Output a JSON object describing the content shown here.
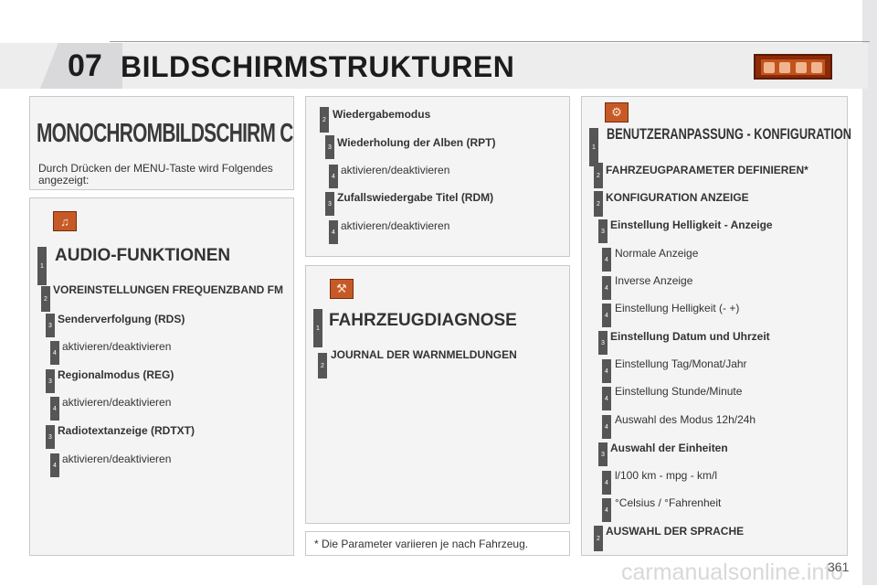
{
  "header": {
    "chapter_number": "07",
    "title": "BILDSCHIRMSTRUKTUREN",
    "strip_icon_names": [
      "seat-icon",
      "audio-icon",
      "settings-icon",
      "fuel-icon"
    ]
  },
  "left_top": {
    "title": "MONOCHROMBILDSCHIRM C",
    "intro": "Durch Drücken der MENU-Taste wird Folgendes angezeigt:"
  },
  "audio": {
    "icon_name": "audio-functions-icon",
    "title": "AUDIO-FUNKTIONEN",
    "items": [
      {
        "level": "1",
        "label": ""
      },
      {
        "level": "2",
        "label": "VOREINSTELLUNGEN FREQUENZBAND FM"
      },
      {
        "level": "3",
        "label": "Senderverfolgung (RDS)"
      },
      {
        "level": "4",
        "label": "aktivieren/deaktivieren"
      },
      {
        "level": "3",
        "label": "Regionalmodus (REG)"
      },
      {
        "level": "4",
        "label": "aktivieren/deaktivieren"
      },
      {
        "level": "3",
        "label": "Radiotextanzeige (RDTXT)"
      },
      {
        "level": "4",
        "label": "aktivieren/deaktivieren"
      }
    ]
  },
  "playback": {
    "items": [
      {
        "level": "2",
        "label": "Wiedergabemodus"
      },
      {
        "level": "3",
        "label": "Wiederholung der Alben (RPT)"
      },
      {
        "level": "4",
        "label": "aktivieren/deaktivieren"
      },
      {
        "level": "3",
        "label": "Zufallswiedergabe Titel (RDM)"
      },
      {
        "level": "4",
        "label": "aktivieren/deaktivieren"
      }
    ]
  },
  "diagnosis": {
    "icon_name": "wrench-icon",
    "title": "FAHRZEUGDIAGNOSE",
    "items": [
      {
        "level": "1",
        "label": ""
      },
      {
        "level": "2",
        "label": "JOURNAL DER WARNMELDUNGEN"
      }
    ]
  },
  "footnote": "* Die Parameter variieren je nach Fahrzeug.",
  "config": {
    "icon_name": "configuration-icon",
    "title": "BENUTZERANPASSUNG - KONFIGURATION",
    "items": [
      {
        "level": "1",
        "label": ""
      },
      {
        "level": "2",
        "label": "FAHRZEUGPARAMETER DEFINIEREN*"
      },
      {
        "level": "2",
        "label": "KONFIGURATION ANZEIGE"
      },
      {
        "level": "3",
        "label": "Einstellung Helligkeit - Anzeige"
      },
      {
        "level": "4",
        "label": "Normale Anzeige"
      },
      {
        "level": "4",
        "label": "Inverse Anzeige"
      },
      {
        "level": "4",
        "label": "Einstellung Helligkeit (- +)"
      },
      {
        "level": "3",
        "label": "Einstellung Datum und Uhrzeit"
      },
      {
        "level": "4",
        "label": "Einstellung Tag/Monat/Jahr"
      },
      {
        "level": "4",
        "label": "Einstellung Stunde/Minute"
      },
      {
        "level": "4",
        "label": "Auswahl des Modus 12h/24h"
      },
      {
        "level": "3",
        "label": "Auswahl der Einheiten"
      },
      {
        "level": "4",
        "label": "l/100 km - mpg - km/l"
      },
      {
        "level": "4",
        "label": "°Celsius / °Fahrenheit"
      },
      {
        "level": "2",
        "label": "AUSWAHL DER SPRACHE"
      }
    ]
  },
  "page_number": "361",
  "watermark": "carmanualsonline.info"
}
